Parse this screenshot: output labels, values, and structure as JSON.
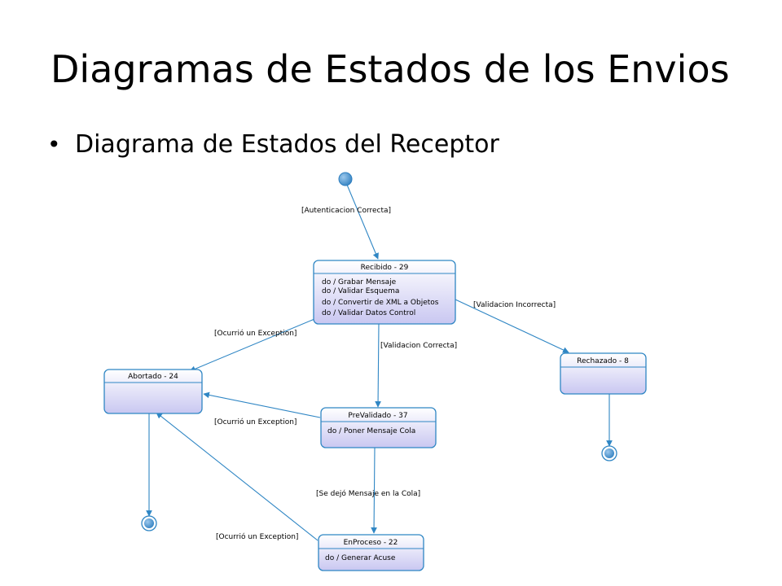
{
  "title": "Diagramas de Estados de los Envios",
  "bullet": "Diagrama de Estados del Receptor",
  "colors": {
    "stroke": "#2f86c4",
    "fill_top": "#ffffff",
    "fill_bottom": "#c9c7f1",
    "node": "#4a90c8"
  },
  "states": {
    "recibido": {
      "name": "Recibido - 29",
      "actions": [
        "do / Grabar Mensaje",
        "do / Validar Esquema",
        "do / Convertir de XML a Objetos",
        "do / Validar Datos Control"
      ]
    },
    "abortado": {
      "name": "Abortado - 24",
      "actions": []
    },
    "rechazado": {
      "name": "Rechazado - 8",
      "actions": []
    },
    "prevalidado": {
      "name": "PreValidado - 37",
      "actions": [
        "do / Poner Mensaje Cola"
      ]
    },
    "enproceso": {
      "name": "EnProceso - 22",
      "actions": [
        "do / Generar Acuse"
      ]
    }
  },
  "guards": {
    "autenticacion": "[Autenticacion Correcta]",
    "validacion_incorrecta": "[Validacion Incorrecta]",
    "validacion_correcta": "[Validacion Correcta]",
    "exception_recibido": "[Ocurrió un Exception]",
    "exception_prevalidado": "[Ocurrió un Exception]",
    "exception_enproceso": "[Ocurrió un Exception]",
    "cola": "[Se dejó Mensaje en la Cola]"
  }
}
